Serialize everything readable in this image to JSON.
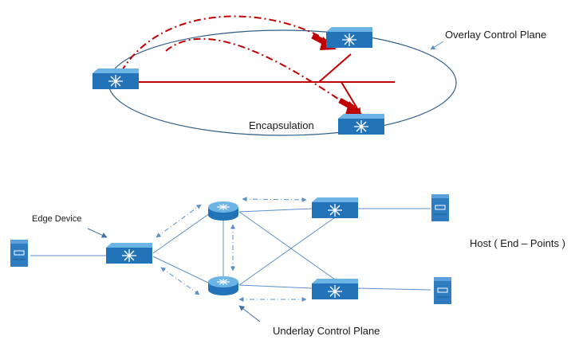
{
  "labels": {
    "overlay_control_plane": "Overlay Control Plane",
    "encapsulation": "Encapsulation",
    "edge_device": "Edge Device",
    "host_endpoints": "Host ( End – Points )",
    "underlay_control_plane": "Underlay Control Plane"
  },
  "colors": {
    "tunnel_red": "#c00000",
    "arrow_red": "#c00000",
    "ellipse_blue": "#2e5f8a",
    "link_blue": "#5b8fc9",
    "device_blue": "#2273b8",
    "device_top": "#4a9ad8",
    "server_blue": "#2f7cc0"
  },
  "icons": {
    "switch": "network-switch-icon",
    "router": "router-icon",
    "server": "server-icon"
  }
}
